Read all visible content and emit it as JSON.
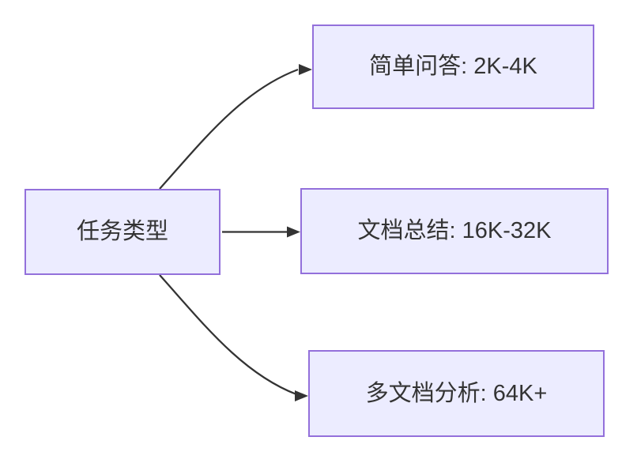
{
  "diagram": {
    "type": "flowchart-left-to-right",
    "colors": {
      "background": "#ffffff",
      "node_fill": "#ECECFF",
      "node_border": "#9370DB",
      "edge": "#333333",
      "text": "#333333"
    },
    "root": {
      "id": "task-type",
      "label": "任务类型"
    },
    "children": [
      {
        "id": "simple-qa",
        "label": "简单问答: 2K-4K"
      },
      {
        "id": "doc-summary",
        "label": "文档总结: 16K-32K"
      },
      {
        "id": "multi-doc",
        "label": "多文档分析: 64K+"
      }
    ],
    "edges": [
      {
        "from": "task-type",
        "to": "simple-qa"
      },
      {
        "from": "task-type",
        "to": "doc-summary"
      },
      {
        "from": "task-type",
        "to": "multi-doc"
      }
    ]
  }
}
